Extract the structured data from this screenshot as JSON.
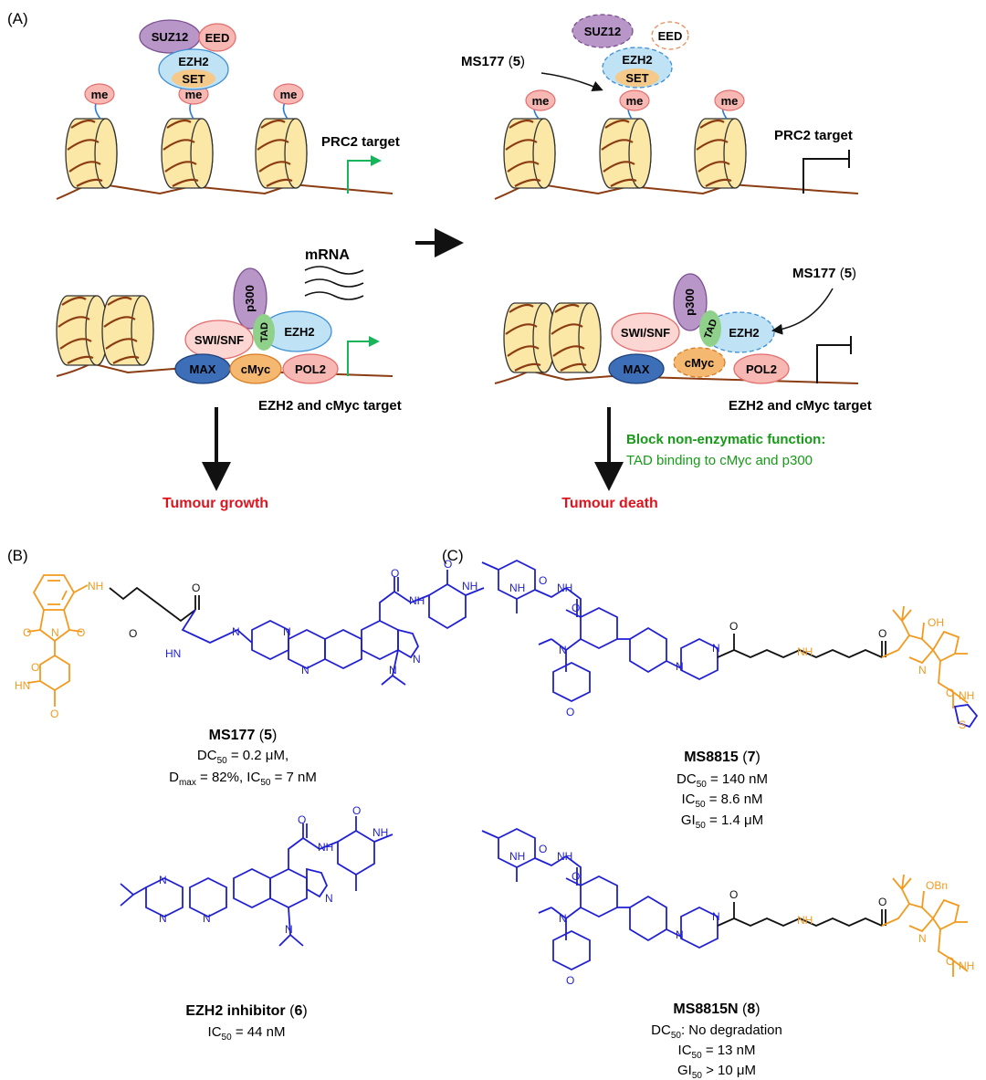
{
  "panel_labels": {
    "a": "(A)",
    "b": "(B)",
    "c": "(C)"
  },
  "prc2": {
    "suz12": "SUZ12",
    "eed": "EED",
    "ezh2": "EZH2",
    "set": "SET",
    "me": "me",
    "target": "PRC2 target"
  },
  "drug": {
    "name": "MS177",
    "num": "5",
    "open": " (",
    "close": ")"
  },
  "complex": {
    "p300": "p300",
    "tad": "TAD",
    "ezh2": "EZH2",
    "swisnf": "SWI/SNF",
    "max": "MAX",
    "cmyc": "cMyc",
    "pol2": "POL2",
    "mrna": "mRNA",
    "target": "EZH2 and cMyc target"
  },
  "outcomes": {
    "growth": "Tumour growth",
    "death": "Tumour death",
    "block_title": "Block non-enzymatic function:",
    "block_detail": "TAD binding to cMyc and p300"
  },
  "colors": {
    "orange": "#f39a1e",
    "blue": "#1f1fd6",
    "red": "#e0141e",
    "green": "#179a17",
    "purple": "#b996c8",
    "pink": "#f7b8b3",
    "lightblue": "#bfe3f5",
    "sand": "#f5c98a",
    "navy": "#3d6fb8",
    "nucleosome": "#fbe7a6",
    "dna": "#8b3c12"
  },
  "atoms": {
    "nh": "NH",
    "hn": "HN",
    "o": "O",
    "n": "N",
    "s": "S",
    "oh": "OH",
    "obn": "OBn"
  },
  "compounds": {
    "ms177": {
      "name": "MS177",
      "num": "5",
      "line1_a": "DC",
      "line1_sub": "50",
      "line1_b": " = 0.2 μM,",
      "line2_a": "D",
      "line2_sub": "max",
      "line2_b": " = 82%, IC",
      "line2_sub2": "50",
      "line2_c": " = 7 nM"
    },
    "inhib": {
      "name": "EZH2 inhibitor",
      "num": "6",
      "line1_a": "IC",
      "line1_sub": "50",
      "line1_b": " = 44 nM"
    },
    "ms8815": {
      "name": "MS8815",
      "num": "7",
      "line1_a": "DC",
      "line1_sub": "50",
      "line1_b": " = 140 nM",
      "line2_a": "IC",
      "line2_sub": "50",
      "line2_b": " = 8.6 nM",
      "line3_a": "GI",
      "line3_sub": "50",
      "line3_b": " = 1.4 μM"
    },
    "ms8815n": {
      "name": "MS8815N",
      "num": "8",
      "line1_a": "DC",
      "line1_sub": "50",
      "line1_b": ": No degradation",
      "line2_a": "IC",
      "line2_sub": "50",
      "line2_b": " = 13 nM",
      "line3_a": "GI",
      "line3_sub": "50",
      "line3_b": " > 10 μM"
    }
  }
}
